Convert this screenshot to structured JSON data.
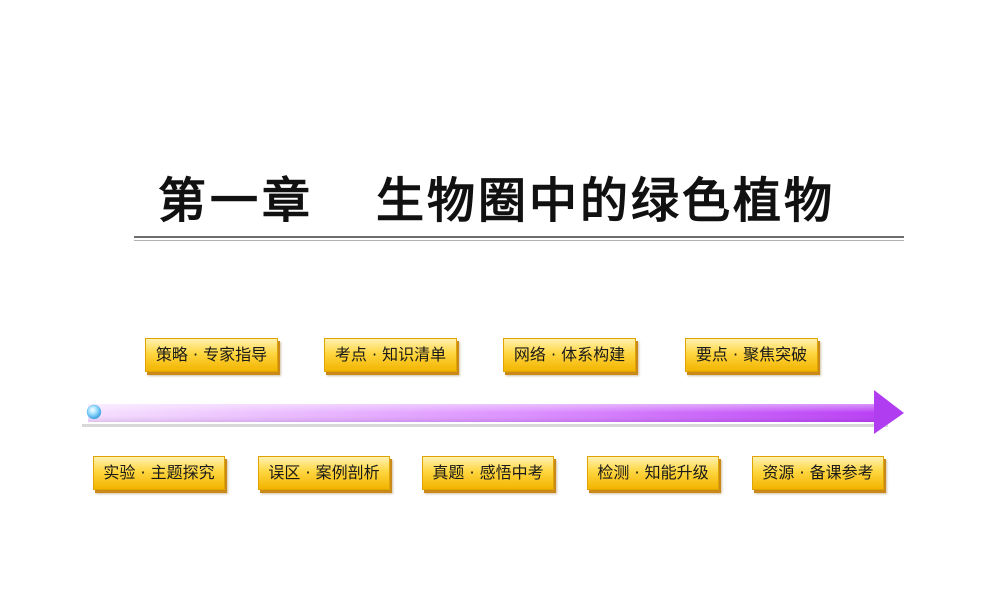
{
  "title": {
    "chapter": "第一章",
    "name": "生物圈中的绿色植物"
  },
  "top_buttons": [
    {
      "label": "策略 · 专家指导"
    },
    {
      "label": "考点 · 知识清单"
    },
    {
      "label": "网络 · 体系构建"
    },
    {
      "label": "要点 · 聚焦突破"
    }
  ],
  "bottom_buttons": [
    {
      "label": "实验 · 主题探究"
    },
    {
      "label": "误区 · 案例剖析"
    },
    {
      "label": "真题 · 感悟中考"
    },
    {
      "label": "检测 · 知能升级"
    },
    {
      "label": "资源 · 备课参考"
    }
  ],
  "colors": {
    "button_fill": "#ffd640",
    "button_border": "#e0a300",
    "arrow_start": "#f3d2ff",
    "arrow_end": "#b93df5",
    "arrow_head": "#b03ef0",
    "bullet": "#7fd0ff"
  }
}
